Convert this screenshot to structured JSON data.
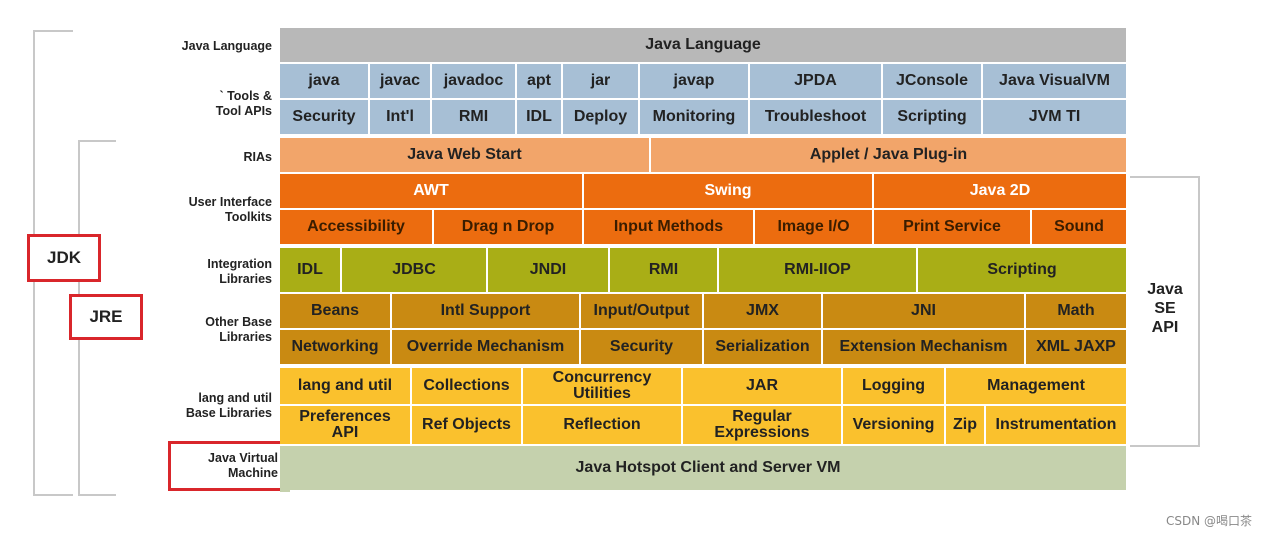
{
  "colors": {
    "java_language": "#b8b8b8",
    "tools": "#a7bfd5",
    "rias": "#f2a56a",
    "ui_toolkits": "#ec6c0f",
    "integration": "#a9ae16",
    "other_base": "#c98a12",
    "lang_util": "#fac12d",
    "jvm": "#c5d1ad",
    "highlight_box": "#d9262b",
    "bracket": "#c8c8c8"
  },
  "labels": {
    "jdk": "JDK",
    "jre": "JRE",
    "java_se_api": "Java\nSE\nAPI",
    "watermark": "CSDN @喝口茶"
  },
  "row_labels": {
    "java_language": "Java Language",
    "tools": "` Tools &\nTool APIs",
    "rias": "RIAs",
    "ui_toolkits": "User Interface\nToolkits",
    "integration": "Integration\nLibraries",
    "other_base": "Other Base\nLibraries",
    "lang_util": "lang and util\nBase Libraries",
    "jvm": "Java Virtual\nMachine"
  },
  "cells": {
    "java_language": [
      "Java Language"
    ],
    "tools_row1": [
      "java",
      "javac",
      "javadoc",
      "apt",
      "jar",
      "javap",
      "JPDA",
      "JConsole",
      "Java VisualVM"
    ],
    "tools_row2": [
      "Security",
      "Int'l",
      "RMI",
      "IDL",
      "Deploy",
      "Monitoring",
      "Troubleshoot",
      "Scripting",
      "JVM TI"
    ],
    "rias": [
      "Java Web Start",
      "Applet / Java Plug-in"
    ],
    "ui_row1": [
      "AWT",
      "Swing",
      "Java 2D"
    ],
    "ui_row2": [
      "Accessibility",
      "Drag n Drop",
      "Input Methods",
      "Image I/O",
      "Print Service",
      "Sound"
    ],
    "integration": [
      "IDL",
      "JDBC",
      "JNDI",
      "RMI",
      "RMI-IIOP",
      "Scripting"
    ],
    "other_row1": [
      "Beans",
      "Intl Support",
      "Input/Output",
      "JMX",
      "JNI",
      "Math"
    ],
    "other_row2": [
      "Networking",
      "Override Mechanism",
      "Security",
      "Serialization",
      "Extension Mechanism",
      "XML JAXP"
    ],
    "lang_row1": [
      "lang and util",
      "Collections",
      "Concurrency\nUtilities",
      "JAR",
      "Logging",
      "Management"
    ],
    "lang_row2": [
      "Preferences\nAPI",
      "Ref Objects",
      "Reflection",
      "Regular\nExpressions",
      "Versioning",
      "Zip",
      "Instrumentation"
    ],
    "jvm": [
      "Java Hotspot Client and Server VM"
    ]
  }
}
